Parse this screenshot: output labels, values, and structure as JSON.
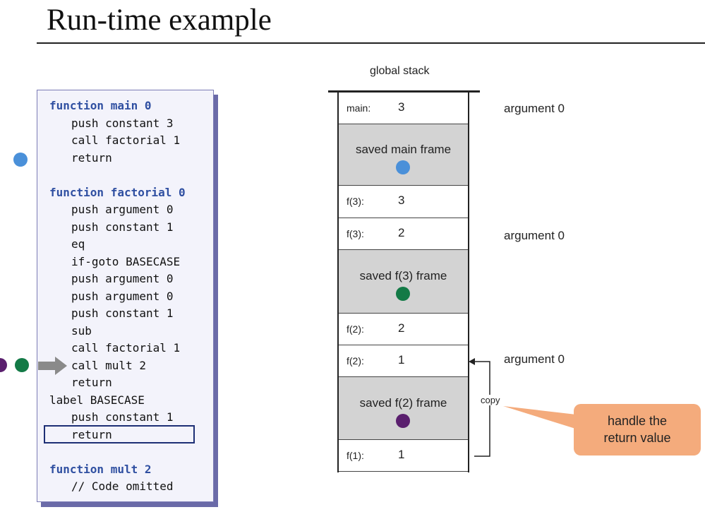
{
  "title": "Run-time example",
  "code": {
    "lines": [
      {
        "text": "function main 0",
        "keyword": true,
        "indent": 0
      },
      {
        "text": "push constant 3",
        "keyword": false,
        "indent": 1
      },
      {
        "text": "call factorial 1",
        "keyword": false,
        "indent": 1
      },
      {
        "text": "return",
        "keyword": false,
        "indent": 1
      },
      {
        "text": "",
        "keyword": false,
        "indent": 0
      },
      {
        "text": "function factorial 0",
        "keyword": true,
        "indent": 0
      },
      {
        "text": "push argument 0",
        "keyword": false,
        "indent": 1
      },
      {
        "text": "push constant 1",
        "keyword": false,
        "indent": 1
      },
      {
        "text": "eq",
        "keyword": false,
        "indent": 1
      },
      {
        "text": "if-goto BASECASE",
        "keyword": false,
        "indent": 1
      },
      {
        "text": "push argument 0",
        "keyword": false,
        "indent": 1
      },
      {
        "text": "push argument 0",
        "keyword": false,
        "indent": 1
      },
      {
        "text": "push constant 1",
        "keyword": false,
        "indent": 1
      },
      {
        "text": "sub",
        "keyword": false,
        "indent": 1
      },
      {
        "text": "call factorial 1",
        "keyword": false,
        "indent": 1
      },
      {
        "text": "call mult 2",
        "keyword": false,
        "indent": 1
      },
      {
        "text": "return",
        "keyword": false,
        "indent": 1
      },
      {
        "text": "label BASECASE",
        "keyword": false,
        "indent": 0
      },
      {
        "text": "push constant 1",
        "keyword": false,
        "indent": 1
      },
      {
        "text": "return",
        "keyword": false,
        "indent": 1
      },
      {
        "text": "",
        "keyword": false,
        "indent": 0
      },
      {
        "text": "function mult 2",
        "keyword": true,
        "indent": 0
      },
      {
        "text": "// Code omitted",
        "keyword": false,
        "indent": 1
      }
    ]
  },
  "colors": {
    "blue_dot": "#4a90d9",
    "green_dot": "#137a46",
    "purple_dot": "#5a1f6e",
    "frame_gray": "#d3d3d3",
    "callout": "#f4ab7c",
    "keyword": "#2f4fa1"
  },
  "stack": {
    "label": "global stack",
    "cells": [
      {
        "type": "value",
        "label": "main:",
        "value": "3"
      },
      {
        "type": "frame",
        "text": "saved main frame",
        "dot": "blue"
      },
      {
        "type": "value",
        "label": "f(3):",
        "value": "3"
      },
      {
        "type": "value",
        "label": "f(3):",
        "value": "2"
      },
      {
        "type": "frame",
        "text": "saved f(3) frame",
        "dot": "green"
      },
      {
        "type": "value",
        "label": "f(2):",
        "value": "2"
      },
      {
        "type": "value",
        "label": "f(2):",
        "value": "1"
      },
      {
        "type": "frame",
        "text": "saved f(2) frame",
        "dot": "purple"
      },
      {
        "type": "value",
        "label": "f(1):",
        "value": "1"
      }
    ]
  },
  "annotations": {
    "argument_labels": [
      "argument 0",
      "argument 0",
      "argument 0"
    ],
    "copy_label": "copy",
    "callout_line1": "handle the",
    "callout_line2": "return value"
  }
}
